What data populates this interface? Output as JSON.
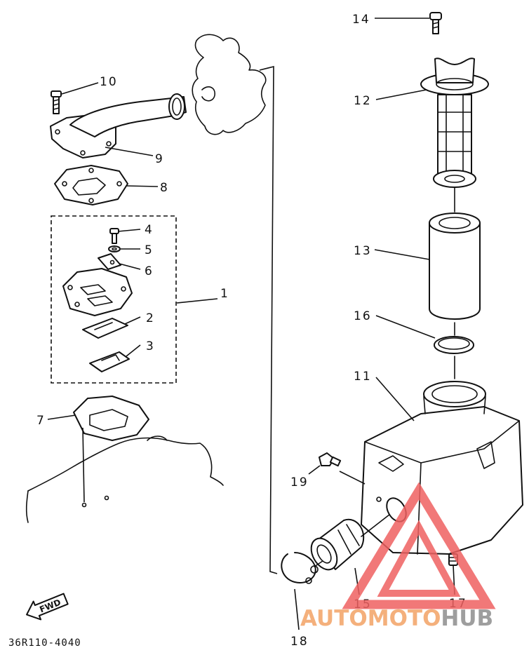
{
  "callouts": {
    "c1": "1",
    "c2": "2",
    "c3": "3",
    "c4": "4",
    "c5": "5",
    "c6": "6",
    "c7": "7",
    "c8": "8",
    "c9": "9",
    "c10": "10",
    "c11": "11",
    "c12": "12",
    "c13": "13",
    "c14": "14",
    "c15": "15",
    "c16": "16",
    "c17": "17",
    "c18": "18",
    "c19": "19"
  },
  "diagram_code": "36R110-4040",
  "fwd_label": "FWD",
  "watermark": {
    "part1": "AUTO",
    "part2": "MOTO",
    "part3": "HUB"
  },
  "colors": {
    "ink": "#111111",
    "watermark_red": "#ee6060",
    "watermark_orange": "#f4b07c",
    "watermark_gray": "#9e9e9e"
  }
}
